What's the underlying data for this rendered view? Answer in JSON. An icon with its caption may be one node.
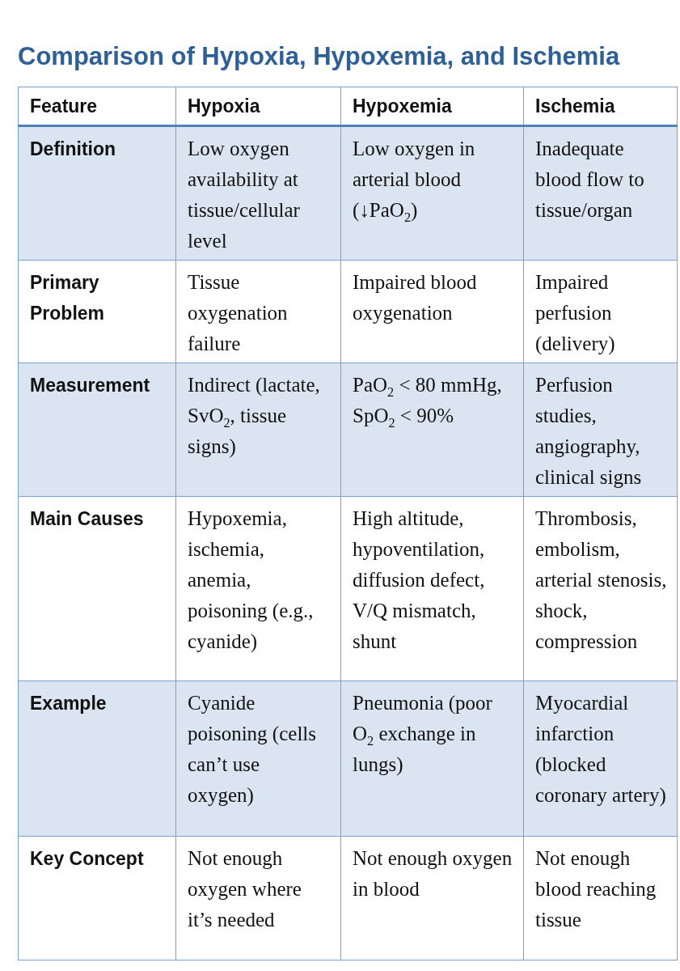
{
  "diagram": {
    "title": "Comparison of Hypoxia, Hypoxemia, and Ischemia",
    "labels": [
      "Feature",
      "Hypoxia",
      "Hypoxemia",
      "Ischemia",
      "Definition",
      "Low oxygen availability at tissue/cellular level",
      "Low oxygen in arterial blood (↓PaO$_{2}$)",
      "Inadequate blood flow to tissue/organ",
      "Primary Problem",
      "Tissue oxygenation failure",
      "Impaired blood oxygenation",
      "Impaired perfusion (delivery)",
      "Measurement",
      "Indirect (lactate, SvO$_{2}$, tissue signs)",
      "PaO$_{2}$ < 80 mmHg, SpO$_{2}$ < 90%",
      "Perfusion studies, angiography, clinical signs",
      "Main Causes",
      "Hypoxemia, ischemia, anemia, poisoning (e.g., cyanide)",
      "High altitude, hypoventilation, diffusion defect, V/Q mismatch, shunt",
      "Thrombosis, embolism, arterial stenosis, shock, compression",
      "Example",
      "Cyanide poisoning (cells can’t use oxygen)",
      "Pneumonia (poor O$_{2}$ exchange in lungs)",
      "Myocardial infarction (blocked coronary artery)",
      "Key Concept",
      "Not enough oxygen where it’s needed",
      "Not enough oxygen in blood",
      "Not enough blood reaching tissue"
    ]
  }
}
